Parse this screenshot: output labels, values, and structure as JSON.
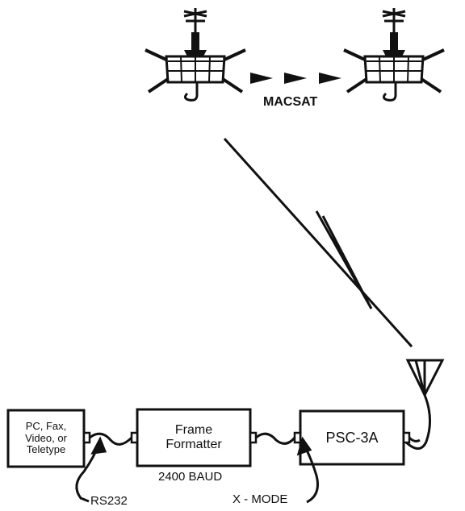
{
  "satellite_label": "MACSAT",
  "boxes": {
    "terminal": {
      "line1": "PC, Fax,",
      "line2": "Video, or",
      "line3": "Teletype"
    },
    "formatter": {
      "line1": "Frame",
      "line2": "Formatter"
    },
    "modem": {
      "label": "PSC-3A"
    }
  },
  "labels": {
    "baud": "2400 BAUD",
    "rs232": "RS232",
    "xmode": "X - MODE"
  }
}
